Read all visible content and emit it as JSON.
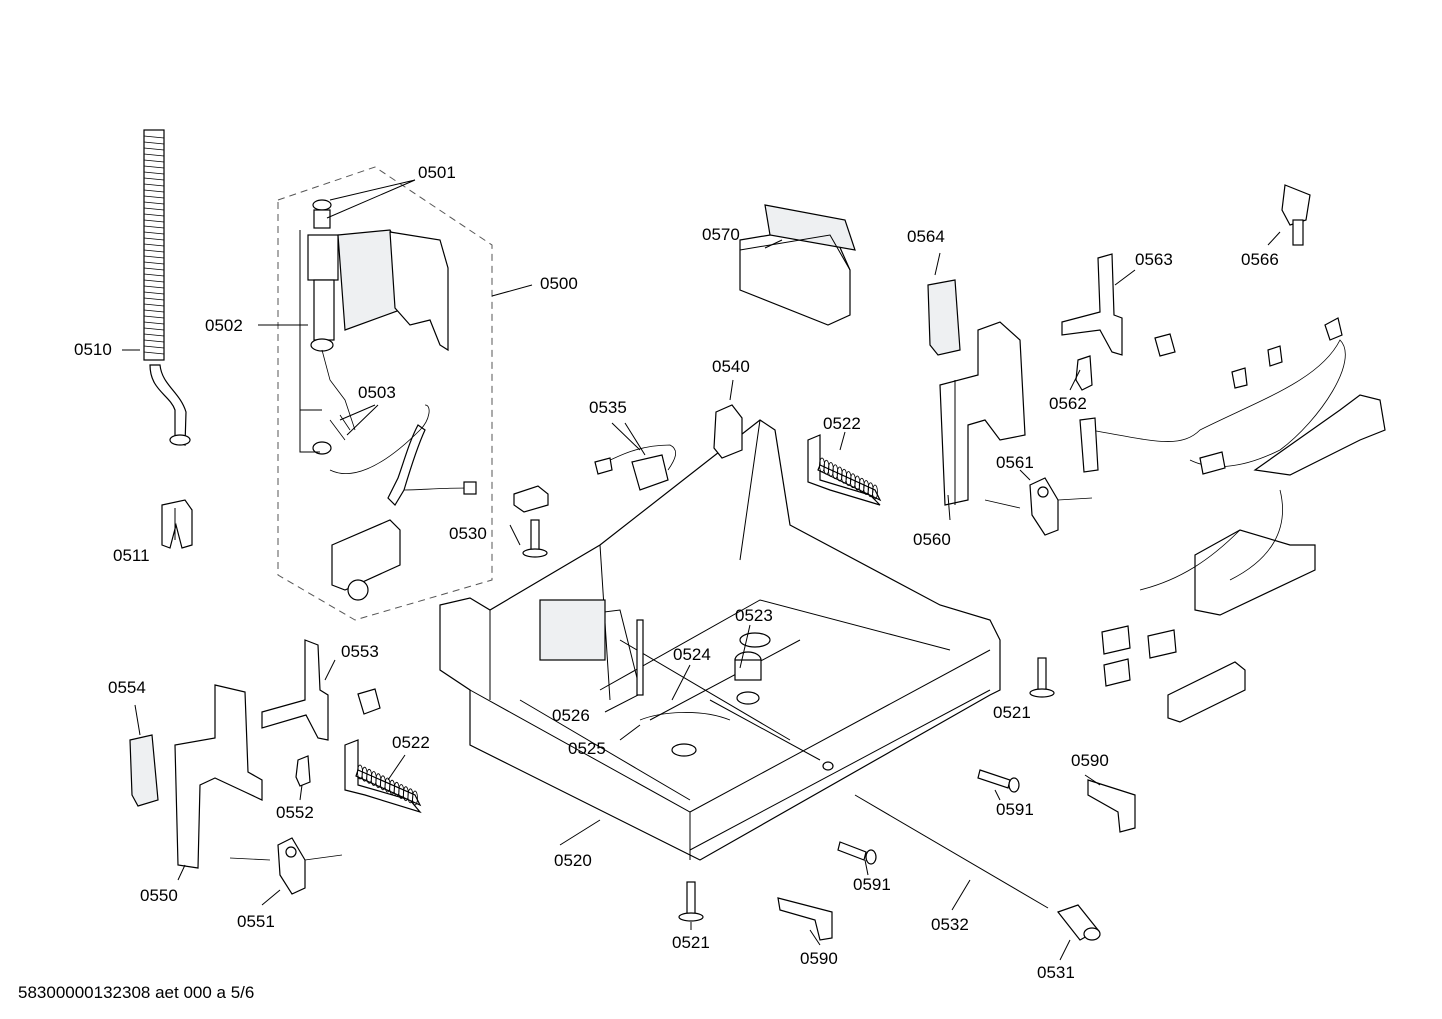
{
  "labels": {
    "p0500": "0500",
    "p0501": "0501",
    "p0502": "0502",
    "p0503": "0503",
    "p0510": "0510",
    "p0511": "0511",
    "p0520": "0520",
    "p0521a": "0521",
    "p0521b": "0521",
    "p0522a": "0522",
    "p0522b": "0522",
    "p0523": "0523",
    "p0524": "0524",
    "p0525": "0525",
    "p0526": "0526",
    "p0530": "0530",
    "p0531": "0531",
    "p0532": "0532",
    "p0535": "0535",
    "p0540": "0540",
    "p0550": "0550",
    "p0551": "0551",
    "p0552": "0552",
    "p0553": "0553",
    "p0554": "0554",
    "p0560": "0560",
    "p0561": "0561",
    "p0562": "0562",
    "p0563": "0563",
    "p0564": "0564",
    "p0566": "0566",
    "p0570": "0570",
    "p0590a": "0590",
    "p0590b": "0590",
    "p0591a": "0591",
    "p0591b": "0591"
  },
  "footer": "58300000132308 aet 000 a 5/6"
}
